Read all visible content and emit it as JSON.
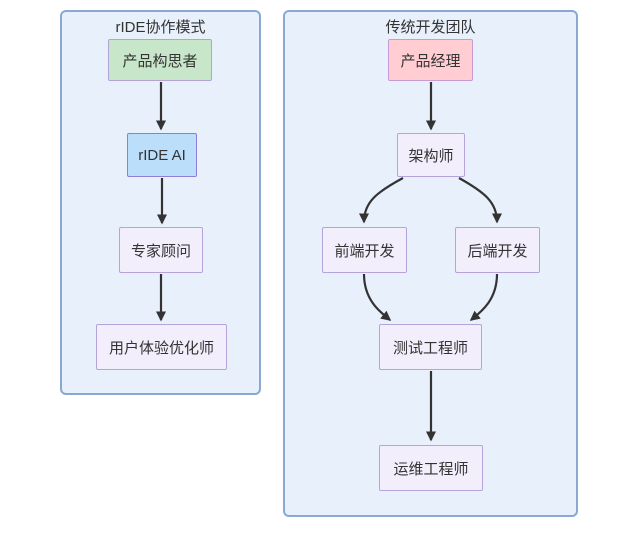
{
  "diagram": {
    "type": "flowchart",
    "direction": "top-down",
    "clusters": [
      {
        "id": "ride-mode",
        "title": "rIDE协作模式"
      },
      {
        "id": "traditional-team",
        "title": "传统开发团队"
      }
    ],
    "nodes": [
      {
        "id": "ideator",
        "label": "产品构思者",
        "cluster": "ride-mode",
        "style": "green"
      },
      {
        "id": "ride-ai",
        "label": "rIDE AI",
        "cluster": "ride-mode",
        "style": "blue"
      },
      {
        "id": "expert",
        "label": "专家顾问",
        "cluster": "ride-mode",
        "style": "default"
      },
      {
        "id": "ux",
        "label": "用户体验优化师",
        "cluster": "ride-mode",
        "style": "default"
      },
      {
        "id": "pm",
        "label": "产品经理",
        "cluster": "traditional-team",
        "style": "pink"
      },
      {
        "id": "architect",
        "label": "架构师",
        "cluster": "traditional-team",
        "style": "default"
      },
      {
        "id": "frontend",
        "label": "前端开发",
        "cluster": "traditional-team",
        "style": "default"
      },
      {
        "id": "backend",
        "label": "后端开发",
        "cluster": "traditional-team",
        "style": "default"
      },
      {
        "id": "tester",
        "label": "测试工程师",
        "cluster": "traditional-team",
        "style": "default"
      },
      {
        "id": "ops",
        "label": "运维工程师",
        "cluster": "traditional-team",
        "style": "default"
      }
    ],
    "edges": [
      {
        "from": "ideator",
        "to": "ride-ai"
      },
      {
        "from": "ride-ai",
        "to": "expert"
      },
      {
        "from": "expert",
        "to": "ux"
      },
      {
        "from": "pm",
        "to": "architect"
      },
      {
        "from": "architect",
        "to": "frontend"
      },
      {
        "from": "architect",
        "to": "backend"
      },
      {
        "from": "frontend",
        "to": "tester"
      },
      {
        "from": "backend",
        "to": "tester"
      },
      {
        "from": "tester",
        "to": "ops"
      }
    ]
  },
  "colors": {
    "page_bg": "#ffffff",
    "cluster_fill": "#e8f0fb",
    "cluster_border": "#8aa9d0",
    "node_default_fill": "#f2eefb",
    "node_default_border": "#b5a3dc",
    "node_green_fill": "#c8e6c9",
    "node_green_border": "#b3a2d8",
    "node_blue_fill": "#bbdefb",
    "node_blue_border": "#8f7ed6",
    "node_pink_fill": "#ffcdd2",
    "node_pink_border": "#c49bd4",
    "edge": "#333333",
    "text": "#333333"
  }
}
